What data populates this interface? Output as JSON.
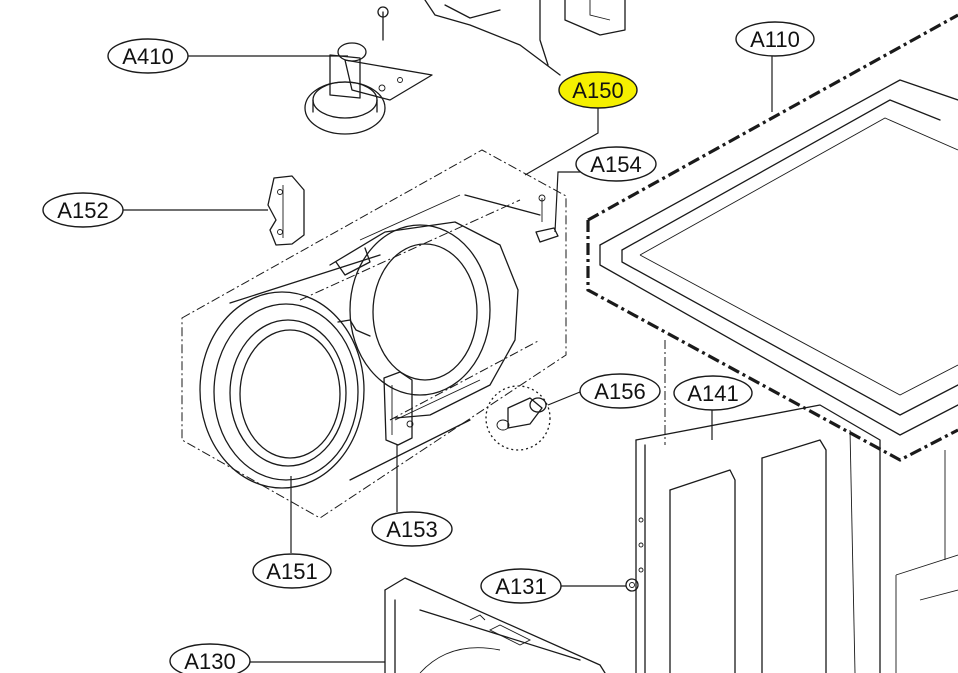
{
  "diagram": {
    "highlight_color": "#f5f000",
    "labels": [
      {
        "id": "A410",
        "text": "A410",
        "highlighted": false
      },
      {
        "id": "A110",
        "text": "A110",
        "highlighted": false
      },
      {
        "id": "A150",
        "text": "A150",
        "highlighted": true
      },
      {
        "id": "A154",
        "text": "A154",
        "highlighted": false
      },
      {
        "id": "A152",
        "text": "A152",
        "highlighted": false
      },
      {
        "id": "A156",
        "text": "A156",
        "highlighted": false
      },
      {
        "id": "A141",
        "text": "A141",
        "highlighted": false
      },
      {
        "id": "A153",
        "text": "A153",
        "highlighted": false
      },
      {
        "id": "A151",
        "text": "A151",
        "highlighted": false
      },
      {
        "id": "A131",
        "text": "A131",
        "highlighted": false
      },
      {
        "id": "A130",
        "text": "A130",
        "highlighted": false
      }
    ]
  }
}
